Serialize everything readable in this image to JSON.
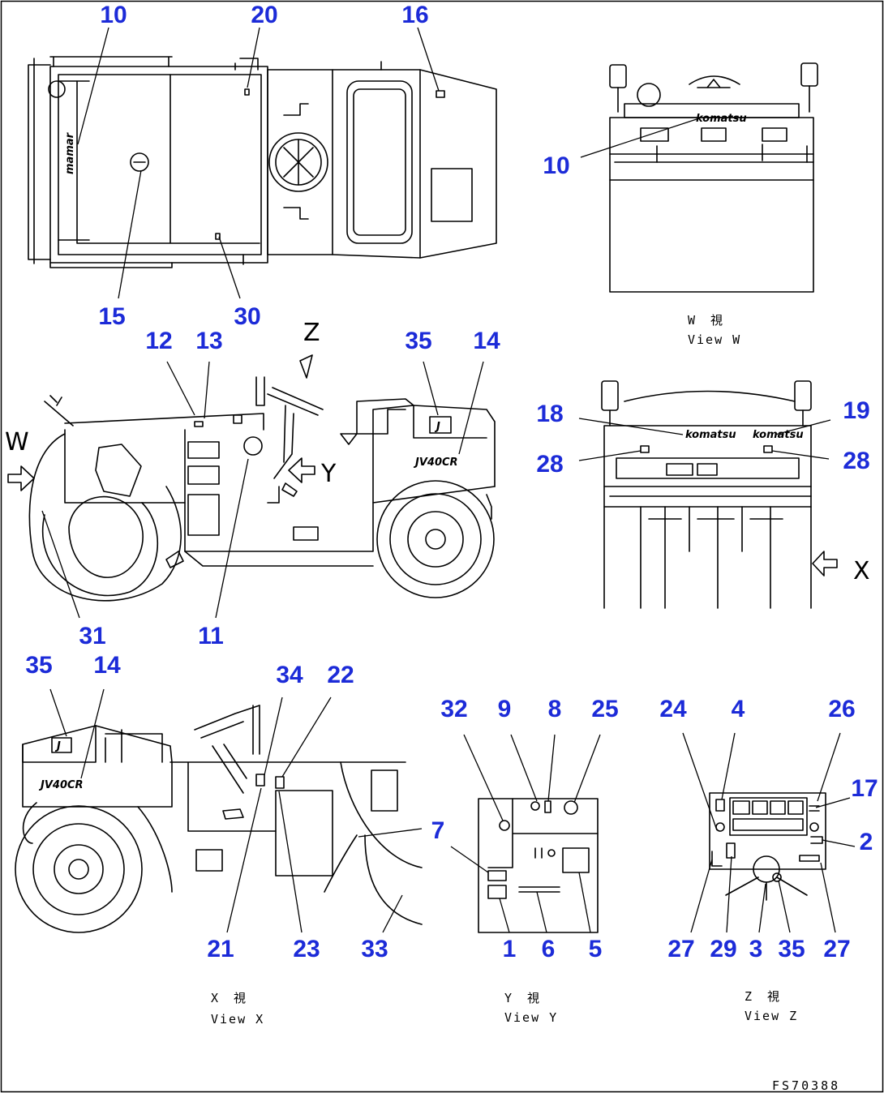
{
  "drawing_number": "FS70388",
  "views": {
    "w": {
      "jp": "W　視",
      "en": "View W"
    },
    "x": {
      "jp": "X　視",
      "en": "View X"
    },
    "y": {
      "jp": "Y　視",
      "en": "View Y"
    },
    "z": {
      "jp": "Z　視",
      "en": "View Z"
    }
  },
  "direction_labels": {
    "w": "W",
    "x": "X",
    "y": "Y",
    "z": "Z"
  },
  "decal_text": {
    "model": "JV40CR",
    "logo": "J"
  },
  "callouts": {
    "top": [
      "10",
      "20",
      "16",
      "15",
      "30"
    ],
    "view_w": [
      "10"
    ],
    "side": [
      "12",
      "13",
      "35",
      "14",
      "31",
      "11"
    ],
    "view_x_rear": [
      "18",
      "19",
      "28",
      "28"
    ],
    "view_x": [
      "35",
      "14",
      "34",
      "22",
      "7",
      "21",
      "23",
      "33"
    ],
    "view_y": [
      "32",
      "9",
      "8",
      "25",
      "1",
      "6",
      "5"
    ],
    "view_z": [
      "24",
      "4",
      "26",
      "17",
      "2",
      "27",
      "29",
      "3",
      "35",
      "27"
    ]
  },
  "colors": {
    "callout": "#1c2bd8",
    "line": "#000000",
    "background": "#ffffff"
  }
}
